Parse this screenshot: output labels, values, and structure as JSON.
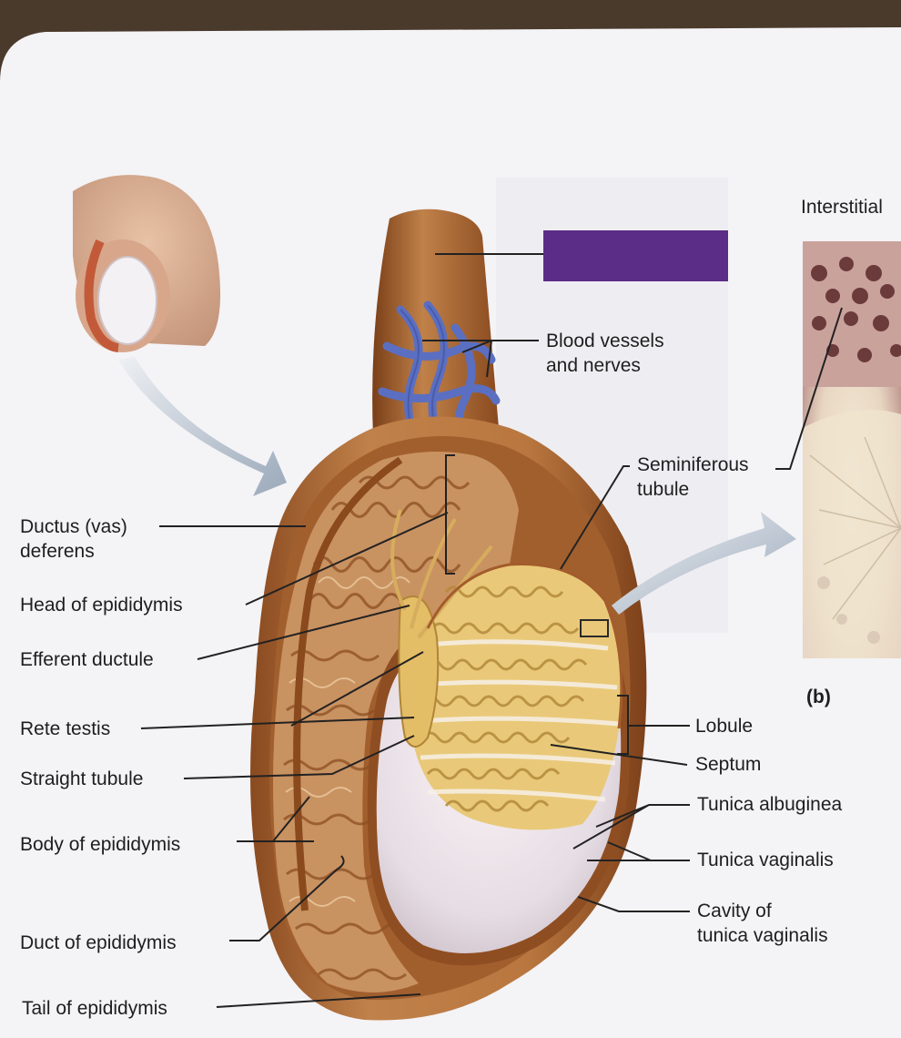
{
  "diagram": {
    "covered_label_color": "#5b2d86",
    "labels_left": {
      "ductus_deferens": "Ductus (vas)\ndeferens",
      "head_of_epididymis": "Head of epididymis",
      "efferent_ductule": "Efferent ductule",
      "rete_testis": "Rete testis",
      "straight_tubule": "Straight tubule",
      "body_of_epididymis": "Body of epididymis",
      "duct_of_epididymis": "Duct of epididymis",
      "tail_of_epididymis": "Tail of epididymis"
    },
    "labels_right": {
      "blood_vessels_and_nerves": "Blood vessels\nand nerves",
      "seminiferous_tubule": "Seminiferous\ntubule",
      "lobule": "Lobule",
      "septum": "Septum",
      "tunica_albuginea": "Tunica albuginea",
      "tunica_vaginalis": "Tunica vaginalis",
      "cavity_of_tunica_vaginalis": "Cavity of\ntunica vaginalis"
    },
    "labels_top": {
      "interstitial": "Interstitial"
    },
    "panel_label": "(b)"
  }
}
